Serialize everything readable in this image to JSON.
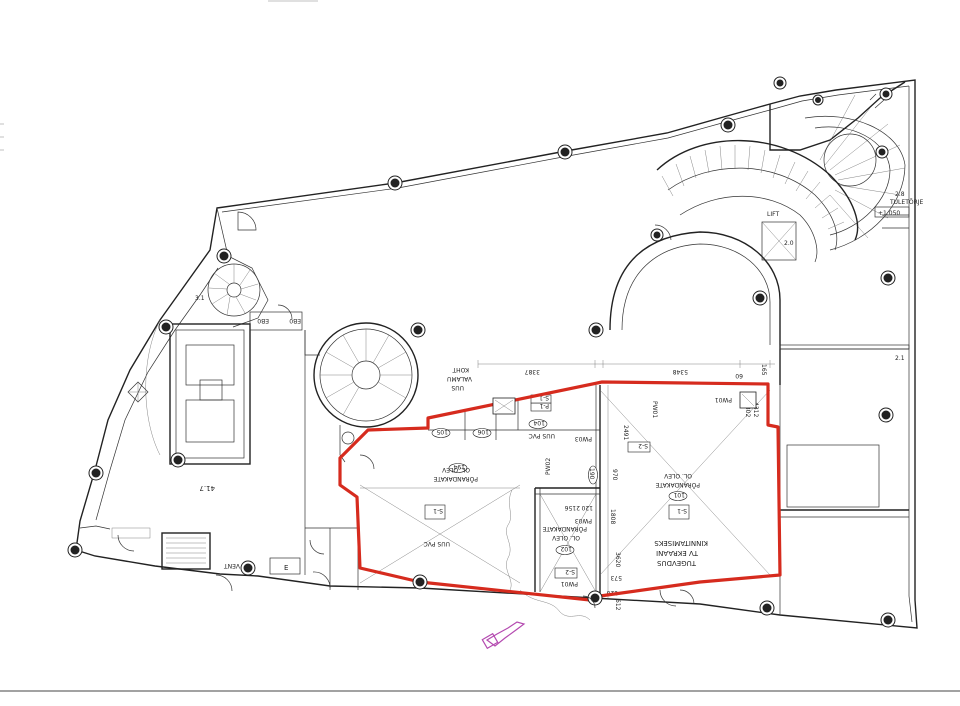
{
  "plan": {
    "level_mark": "+1.050",
    "dims": {
      "d3387": "3387",
      "d5348": "5348",
      "d60": "60",
      "d2491": "2491",
      "d2156": "2156",
      "d120a": "120",
      "d120b": "120",
      "d1808": "1808",
      "d970": "970",
      "d1802": "1802",
      "d612": "612",
      "d573": "573",
      "d3620": "3620",
      "d4312": "4312",
      "d165": "165",
      "d417": "41.7",
      "d21": "2.1",
      "d28": "2.8",
      "d20": "2.0",
      "d31": "3.1"
    },
    "pw": {
      "pw01_top": "PW01",
      "pw01_side": "PW01",
      "pw01_bottom": "PW01",
      "pw02": "PW02",
      "pw03_a": "PW03",
      "pw03_b": "PW03"
    },
    "tags": {
      "p1": "P-1",
      "s1a": "S-1",
      "s1b": "S-1",
      "s1c": "S-1",
      "s2a": "S-2",
      "s2b": "S-2",
      "r101": "101",
      "r102": "102",
      "r104": "104",
      "r105": "105",
      "r106": "106",
      "r190": "190",
      "r194": "194"
    },
    "rooms": {
      "uus_valamu_1": "UUS",
      "uus_valamu_2": "VALAMU",
      "uus_valamu_3": "KOHT",
      "uus_pvc": "UUS PVC",
      "uus_pvc_2": "UUS PVC",
      "olev_1": "OL. OLEV",
      "olev_2": "PÕRANDAKATE",
      "olev_3": "OL. OLEV",
      "olev_4": "PÕRANDAKATE",
      "olev_5": "OL. OLEV",
      "olev_6": "PÕRANDAKATE",
      "tugev_1": "TUGEVDUS",
      "tugev_2": "TV EKRAANI",
      "tugev_3": "KINNITAMISEKS",
      "lift": "LIFT",
      "eb0": "EB0",
      "eb0_2": "EB0",
      "e": "E",
      "tuletorje": "TULETÕRJE",
      "vent": "VENT"
    }
  }
}
